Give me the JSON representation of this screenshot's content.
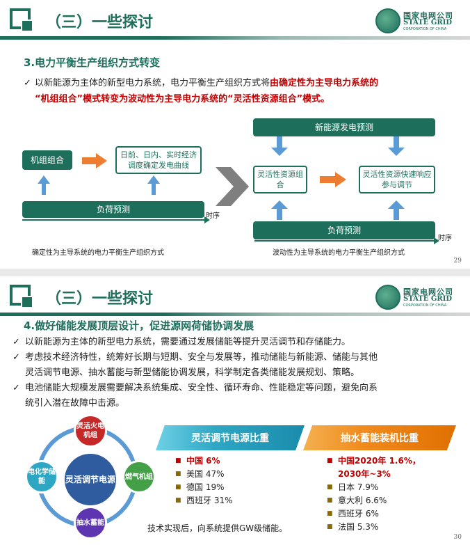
{
  "header": {
    "title": "（三）一些探讨",
    "logo_cn": "国家电网公司",
    "logo_en": "STATE GRID",
    "logo_sub": "CORPORATION OF CHINA"
  },
  "slide1": {
    "section_title": "3.电力平衡生产组织方式转变",
    "check": "✓",
    "text_1": "以新能源为主体的新型电力系统，电力平衡生产组织方式将",
    "text_1_red": "由确定性为主导电力系统的",
    "text_2_red": "“机组组合”模式转变为波动性为主导电力系统的“灵活性资源组合”模式。",
    "left": {
      "unit_combo": "机组组合",
      "schedule": "日前、日内、实时经济调度确定发电曲线",
      "load_forecast": "负荷预测",
      "time_label": "时序",
      "caption": "确定性为主导系统的电力平衡生产组织方式"
    },
    "right": {
      "re_forecast": "新能源发电预测",
      "flex_combo": "灵活性资源组合",
      "flex_response": "灵活性资源快速响应参与调节",
      "load_forecast": "负荷预测",
      "time_label": "时序",
      "caption": "波动性为主导系统的电力平衡生产组织方式"
    },
    "page_number": "29"
  },
  "slide2": {
    "section_title": "4.做好储能发展顶层设计，促进源网荷储协调发展",
    "check": "✓",
    "bullet_1": "以新能源为主体的新型电力系统，需要通过发展储能等提升灵活调节和存储能力。",
    "bullet_2a": "考虑技术经济特性，统筹好长期与短期、安全与发展等，推动储能与新能源、储能与其他",
    "bullet_2b": "灵活调节电源、抽水蓄能与新型储能协调发展，科学制定各类储能发展规划、策略。",
    "bullet_3a": "电池储能大规模发展需要解决系统集成、安全性、循环寿命、性能稳定等问题，避免向系",
    "bullet_3b": "统引入潜在故障中击源。",
    "diagram": {
      "center": "灵活调节电源",
      "top": "灵活火电机组",
      "right": "燃气机组",
      "bottom": "抽水蓄能",
      "left": "电化学储能"
    },
    "flex_banner": "灵活调节电源比重",
    "flex_list": [
      "中国 6%",
      "美国 47%",
      "德国 19%",
      "西班牙 31%"
    ],
    "pumped_banner": "抽水蓄能装机比重",
    "pumped_list_hl_1": "中国2020年 1.6%，",
    "pumped_list_hl_2": "2030年~3%",
    "pumped_list": [
      "日本 7.9%",
      "意大利 6.6%",
      "西班牙 6%",
      "法国 5.3%"
    ],
    "note": "技术实现后，向系统提供GW级储能。",
    "page_number": "30"
  },
  "colors": {
    "brand_green": "#1e6e5c",
    "arrow_blue": "#5b9bd5",
    "arrow_orange": "#ed7d31",
    "highlight_red": "#c00000",
    "banner_teal": "#2ea7c4",
    "banner_orange": "#f08a1c"
  }
}
